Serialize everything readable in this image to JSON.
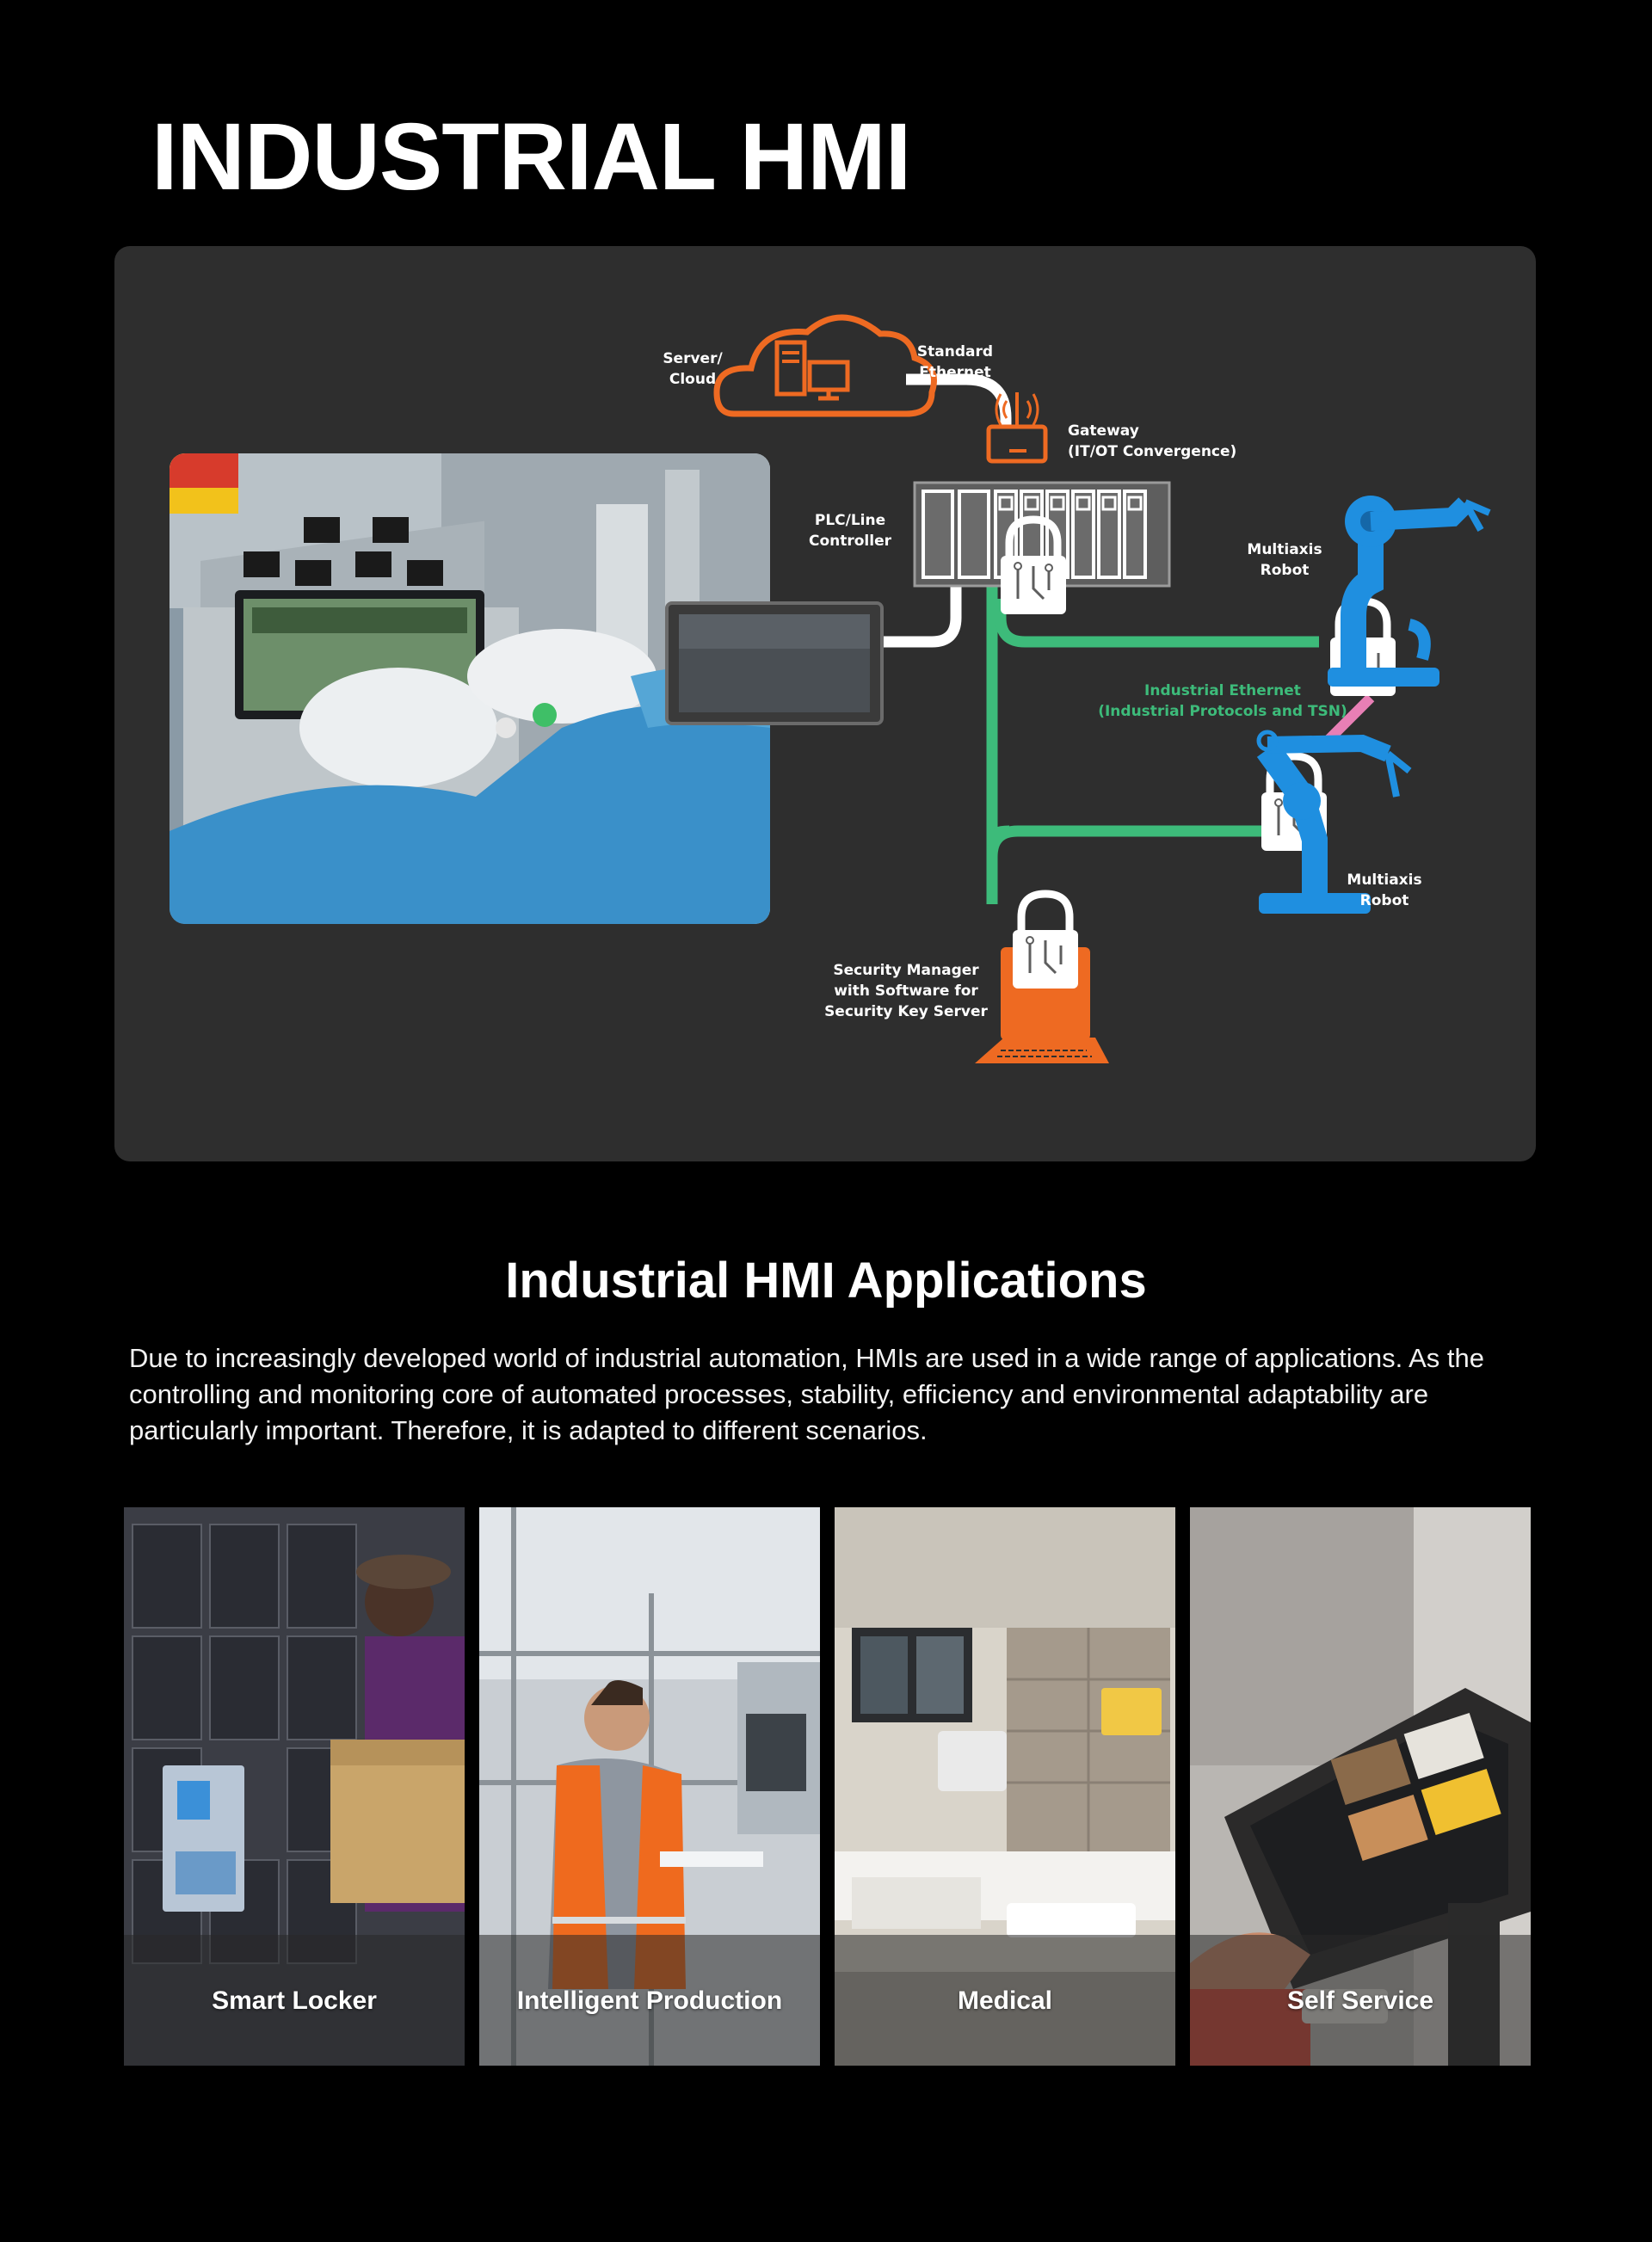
{
  "page": {
    "title": "INDUSTRIAL HMI"
  },
  "diagram": {
    "labels": {
      "server_cloud": [
        "Server/",
        "Cloud"
      ],
      "standard_ethernet": [
        "Standard",
        "Ethernet"
      ],
      "gateway": [
        "Gateway",
        "(IT/OT Convergence)"
      ],
      "plc": [
        "PLC/Line",
        "Controller"
      ],
      "robot_top": [
        "Multiaxis",
        "Robot"
      ],
      "industrial_ethernet": [
        "Industrial Ethernet",
        "(Industrial Protocols and TSN)"
      ],
      "robot_bottom": [
        "Multiaxis",
        "Robot"
      ],
      "security_manager": [
        "Security Manager",
        "with Software for",
        "Security Key Server"
      ]
    },
    "colors": {
      "orange": "#ee6a22",
      "green": "#3dbb7a",
      "blue": "#1f8fe0",
      "pink": "#e87fb5",
      "white_link": "#ffffff"
    }
  },
  "applications": {
    "heading": "Industrial HMI Applications",
    "intro": "Due to increasingly developed world of industrial automation, HMIs are used in a wide range of applications. As the controlling and monitoring core of automated processes, stability, efficiency and environmental adaptability are particularly important. Therefore, it is adapted to different scenarios.",
    "cards": [
      {
        "label": "Smart Locker"
      },
      {
        "label": "Intelligent Production"
      },
      {
        "label": "Medical"
      },
      {
        "label": "Self Service"
      }
    ]
  }
}
